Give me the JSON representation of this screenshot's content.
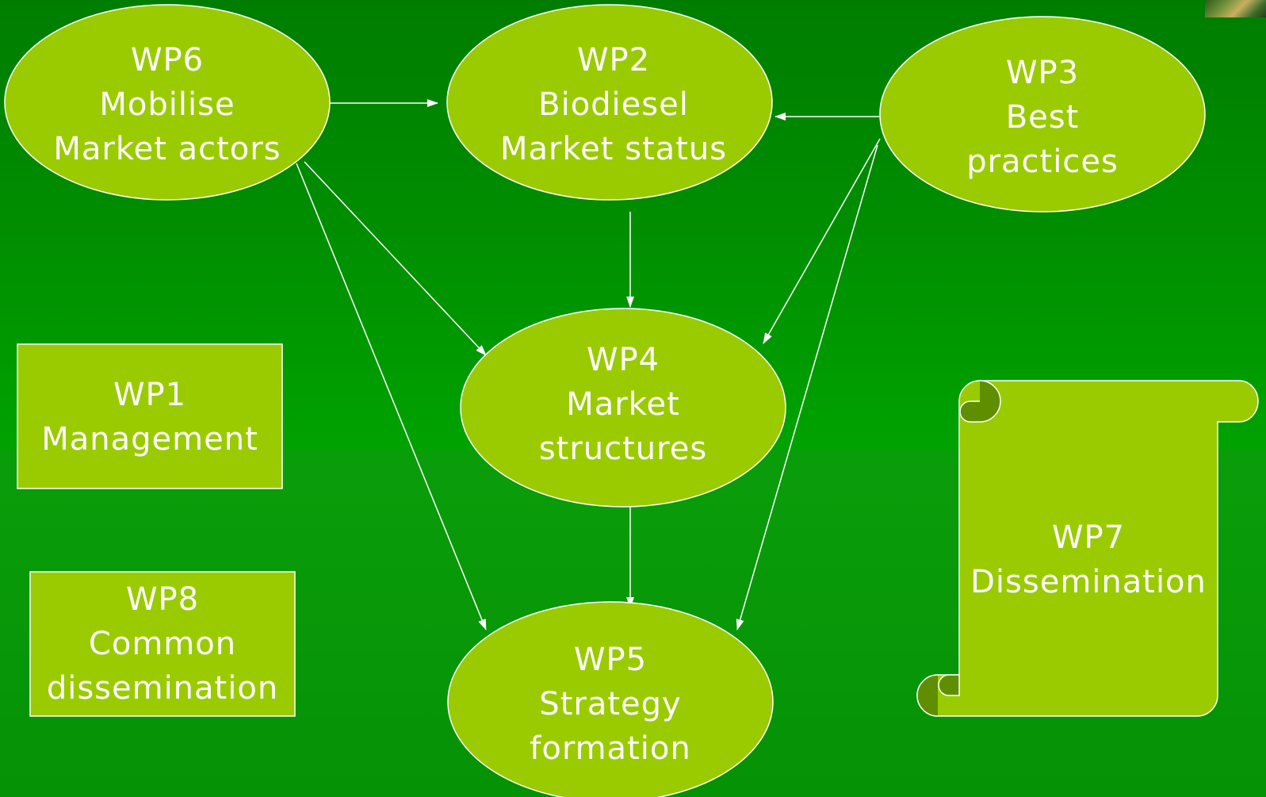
{
  "colors": {
    "node_fill": "#9acb00",
    "node_stroke": "#ffffff",
    "arrow": "#ffffff",
    "curl_fill": "#5f8f00"
  },
  "nodes": {
    "wp6": {
      "lines": [
        "WP6",
        "Mobilise",
        "Market actors"
      ]
    },
    "wp2": {
      "lines": [
        "WP2",
        "Biodiesel",
        "Market status"
      ]
    },
    "wp3": {
      "lines": [
        "WP3",
        "Best",
        "practices"
      ]
    },
    "wp4": {
      "lines": [
        "WP4",
        "Market",
        "structures"
      ]
    },
    "wp5": {
      "lines": [
        "WP5",
        "Strategy",
        "formation"
      ]
    },
    "wp1": {
      "lines": [
        "WP1",
        "Management"
      ]
    },
    "wp8": {
      "lines": [
        "WP8",
        "Common",
        "dissemination"
      ]
    },
    "wp7": {
      "lines": [
        "WP7",
        "Dissemination"
      ]
    }
  },
  "edges": [
    {
      "from": "wp6",
      "to": "wp2"
    },
    {
      "from": "wp3",
      "to": "wp2"
    },
    {
      "from": "wp2",
      "to": "wp4"
    },
    {
      "from": "wp6",
      "to": "wp4"
    },
    {
      "from": "wp6",
      "to": "wp5"
    },
    {
      "from": "wp3",
      "to": "wp4"
    },
    {
      "from": "wp3",
      "to": "wp5"
    },
    {
      "from": "wp4",
      "to": "wp5"
    }
  ]
}
